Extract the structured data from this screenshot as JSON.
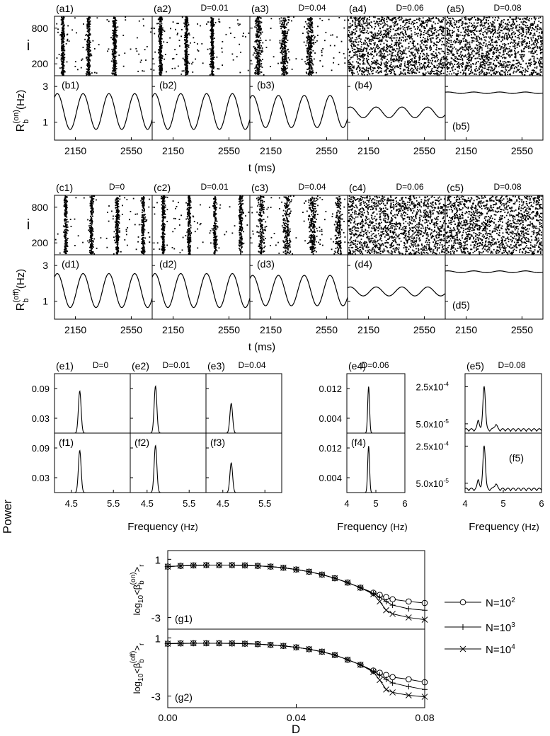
{
  "chart_data": [
    {
      "type": "scatter",
      "group": "raster_on",
      "ylabel": "i",
      "yticks": [
        200,
        800
      ],
      "ylim": [
        0,
        1000
      ],
      "panels": [
        {
          "label": "(a1)",
          "D": "",
          "bands": [
            2060,
            2245,
            2430
          ]
        },
        {
          "label": "(a2)",
          "D": "D=0.01",
          "bands": [
            2060,
            2245,
            2430
          ]
        },
        {
          "label": "(a3)",
          "D": "D=0.04",
          "bands": [
            2060,
            2245,
            2430
          ]
        },
        {
          "label": "(a4)",
          "D": "D=0.06",
          "bands": []
        },
        {
          "label": "(a5)",
          "D": "D=0.08",
          "bands": []
        }
      ]
    },
    {
      "type": "line",
      "group": "rate_on",
      "ylabel_main": "R",
      "ylabel_sub": "b",
      "ylabel_sup": "(on)",
      "ylabel_unit": "(Hz)",
      "yticks": [
        1,
        3
      ],
      "ylim": [
        0,
        3.6
      ],
      "xticks": [
        2150,
        2550
      ],
      "xlim": [
        2000,
        2700
      ],
      "xlabel": "t (ms)",
      "panels": [
        {
          "label": "(b1)",
          "mean": 1.6,
          "amp": 1.0,
          "label_pos": "top"
        },
        {
          "label": "(b2)",
          "mean": 1.6,
          "amp": 1.0,
          "label_pos": "top"
        },
        {
          "label": "(b3)",
          "mean": 1.6,
          "amp": 0.9,
          "label_pos": "top"
        },
        {
          "label": "(b4)",
          "mean": 1.55,
          "amp": 0.3,
          "label_pos": "top"
        },
        {
          "label": "(b5)",
          "mean": 2.65,
          "amp": 0.04,
          "label_pos": "bottom"
        }
      ]
    },
    {
      "type": "scatter",
      "group": "raster_off",
      "ylabel": "i",
      "yticks": [
        200,
        800
      ],
      "ylim": [
        0,
        1000
      ],
      "panels": [
        {
          "label": "(c1)",
          "D": "D=0",
          "bands": [
            2080,
            2265,
            2450,
            2635
          ]
        },
        {
          "label": "(c2)",
          "D": "D=0.01",
          "bands": [
            2080,
            2265,
            2450,
            2635
          ]
        },
        {
          "label": "(c3)",
          "D": "D=0.04",
          "bands": [
            2080,
            2265,
            2450,
            2635
          ]
        },
        {
          "label": "(c4)",
          "D": "D=0.06",
          "bands": []
        },
        {
          "label": "(c5)",
          "D": "D=0.08",
          "bands": []
        }
      ]
    },
    {
      "type": "line",
      "group": "rate_off",
      "ylabel_main": "R",
      "ylabel_sub": "b",
      "ylabel_sup": "(off)",
      "ylabel_unit": "(Hz)",
      "yticks": [
        1,
        3
      ],
      "ylim": [
        0,
        3.6
      ],
      "xticks": [
        2150,
        2550
      ],
      "xlim": [
        2000,
        2700
      ],
      "xlabel": "t (ms)",
      "panels": [
        {
          "label": "(d1)",
          "mean": 1.6,
          "amp": 0.95,
          "label_pos": "top"
        },
        {
          "label": "(d2)",
          "mean": 1.6,
          "amp": 0.95,
          "label_pos": "top"
        },
        {
          "label": "(d3)",
          "mean": 1.6,
          "amp": 0.85,
          "label_pos": "top"
        },
        {
          "label": "(d4)",
          "mean": 1.55,
          "amp": 0.25,
          "label_pos": "top"
        },
        {
          "label": "(d5)",
          "mean": 2.65,
          "amp": 0.05,
          "label_pos": "bottom"
        }
      ]
    },
    {
      "type": "line",
      "group": "power_spectra",
      "ylabel": "Power",
      "xlabel_main": "Frequency",
      "xlabel_unit": "(Hz)",
      "blocks": [
        {
          "xticks": [
            "4.5",
            "5.5"
          ],
          "xlim": [
            4.1,
            5.9
          ],
          "yticks": [
            "0.03",
            "0.09"
          ],
          "ylim": [
            0,
            0.12
          ],
          "panels": [
            {
              "label": "(e1)",
              "D": "D=0",
              "peak_x": 4.7,
              "peak_y": 0.085
            },
            {
              "label": "(e2)",
              "D": "D=0.01",
              "peak_x": 4.7,
              "peak_y": 0.095
            },
            {
              "label": "(e3)",
              "D": "D=0.04",
              "peak_x": 4.7,
              "peak_y": 0.06
            }
          ],
          "panels_f": [
            {
              "label": "(f1)",
              "peak_x": 4.7,
              "peak_y": 0.085
            },
            {
              "label": "(f2)",
              "peak_x": 4.7,
              "peak_y": 0.095
            },
            {
              "label": "(f3)",
              "peak_x": 4.7,
              "peak_y": 0.06
            }
          ]
        },
        {
          "xticks": [
            "4",
            "5",
            "6"
          ],
          "xlim": [
            4,
            6
          ],
          "yticks": [
            "0.004",
            "0.012"
          ],
          "ylim": [
            0,
            0.016
          ],
          "panels": [
            {
              "label": "(e4)",
              "D": "D=0.06",
              "peak_x": 4.75,
              "peak_y": 0.0125
            }
          ],
          "panels_f": [
            {
              "label": "(f4)",
              "peak_x": 4.75,
              "peak_y": 0.0125
            }
          ]
        },
        {
          "xticks": [
            "4",
            "5",
            "6"
          ],
          "xlim": [
            4,
            6
          ],
          "yticks": [
            "5.0x10",
            "2.5x10"
          ],
          "ytick_exps": [
            "-5",
            "-4"
          ],
          "ylim": [
            0,
            0.00032
          ],
          "panels": [
            {
              "label": "(e5)",
              "D": "D=0.08",
              "peak_x": 4.5,
              "peak_y": 0.00024
            }
          ],
          "panels_f": [
            {
              "label": "(f5)",
              "peak_x": 4.5,
              "peak_y": 0.00024
            }
          ]
        }
      ]
    },
    {
      "type": "line",
      "group": "beta_vs_D",
      "xlabel": "D",
      "xlim": [
        0,
        0.08
      ],
      "xticks": [
        "0.00",
        "0.04",
        "0.08"
      ],
      "ylim": [
        -3.8,
        1.6
      ],
      "yticks": [
        1,
        -3
      ],
      "legend_pos": "right",
      "series": [
        {
          "name_main": "N=10",
          "name_sup": "2",
          "marker": "circle"
        },
        {
          "name_main": "N=10",
          "name_sup": "3",
          "marker": "plus"
        },
        {
          "name_main": "N=10",
          "name_sup": "4",
          "marker": "cross"
        }
      ],
      "panels": [
        {
          "label": "(g1)",
          "ylabel_sup": "(on)",
          "x": [
            0,
            0.004,
            0.008,
            0.012,
            0.016,
            0.02,
            0.024,
            0.028,
            0.032,
            0.036,
            0.04,
            0.044,
            0.048,
            0.052,
            0.056,
            0.06,
            0.064,
            0.066,
            0.068,
            0.07,
            0.075,
            0.08
          ],
          "y": [
            [
              0.5,
              0.55,
              0.58,
              0.6,
              0.6,
              0.6,
              0.58,
              0.55,
              0.5,
              0.42,
              0.3,
              0.15,
              -0.05,
              -0.3,
              -0.6,
              -0.95,
              -1.3,
              -1.45,
              -1.6,
              -1.75,
              -1.9,
              -2.0
            ],
            [
              0.5,
              0.55,
              0.58,
              0.6,
              0.6,
              0.6,
              0.58,
              0.55,
              0.5,
              0.42,
              0.3,
              0.15,
              -0.05,
              -0.3,
              -0.6,
              -0.95,
              -1.35,
              -1.6,
              -1.9,
              -2.15,
              -2.4,
              -2.5
            ],
            [
              0.5,
              0.55,
              0.58,
              0.6,
              0.6,
              0.6,
              0.58,
              0.55,
              0.5,
              0.42,
              0.3,
              0.15,
              -0.05,
              -0.3,
              -0.6,
              -0.95,
              -1.4,
              -1.9,
              -2.5,
              -2.75,
              -3.0,
              -3.15
            ]
          ]
        },
        {
          "label": "(g2)",
          "ylabel_sup": "(off)",
          "x": [
            0,
            0.004,
            0.008,
            0.012,
            0.016,
            0.02,
            0.024,
            0.028,
            0.032,
            0.036,
            0.04,
            0.044,
            0.048,
            0.052,
            0.056,
            0.06,
            0.064,
            0.066,
            0.068,
            0.07,
            0.075,
            0.08
          ],
          "y": [
            [
              0.6,
              0.62,
              0.63,
              0.63,
              0.63,
              0.62,
              0.6,
              0.57,
              0.52,
              0.45,
              0.35,
              0.22,
              0.05,
              -0.18,
              -0.5,
              -0.85,
              -1.25,
              -1.4,
              -1.55,
              -1.7,
              -1.85,
              -2.05
            ],
            [
              0.6,
              0.62,
              0.63,
              0.63,
              0.63,
              0.62,
              0.6,
              0.57,
              0.52,
              0.45,
              0.35,
              0.22,
              0.05,
              -0.18,
              -0.5,
              -0.85,
              -1.3,
              -1.55,
              -1.85,
              -2.1,
              -2.35,
              -2.55
            ],
            [
              0.6,
              0.62,
              0.63,
              0.63,
              0.63,
              0.62,
              0.6,
              0.57,
              0.52,
              0.45,
              0.35,
              0.22,
              0.05,
              -0.18,
              -0.5,
              -0.85,
              -1.35,
              -1.9,
              -2.55,
              -2.75,
              -2.95,
              -3.05
            ]
          ]
        }
      ]
    }
  ]
}
